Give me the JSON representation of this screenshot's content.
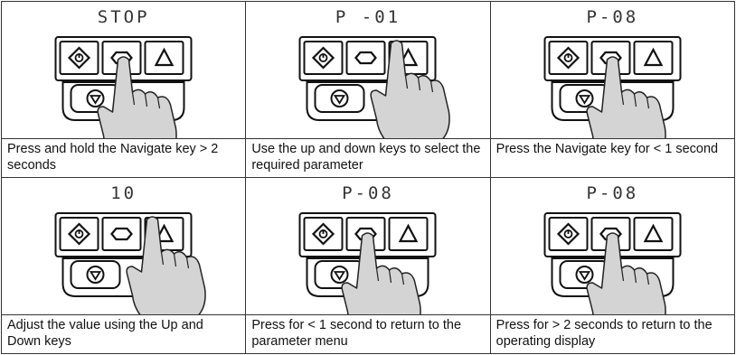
{
  "steps": [
    {
      "display": "STOP",
      "caption": "Press and hold the Navigate key > 2 seconds",
      "hand": "navigate",
      "icons": [
        "power-icon",
        "navigate-icon",
        "up-icon",
        "down-icon"
      ]
    },
    {
      "display": "P -01",
      "caption": "Use the up and down keys to select the required parameter",
      "hand": "up"
    },
    {
      "display": "P-08",
      "caption": "Press the Navigate key for < 1 second",
      "hand": "navigate"
    },
    {
      "display": "10",
      "caption": "Adjust the value using the Up and Down keys",
      "hand": "up"
    },
    {
      "display": "P-08",
      "caption": "Press for < 1 second to return to the parameter menu",
      "hand": "navigate"
    },
    {
      "display": "P-08",
      "caption": "Press for > 2 seconds to return to the operating display",
      "hand": "navigate"
    }
  ]
}
